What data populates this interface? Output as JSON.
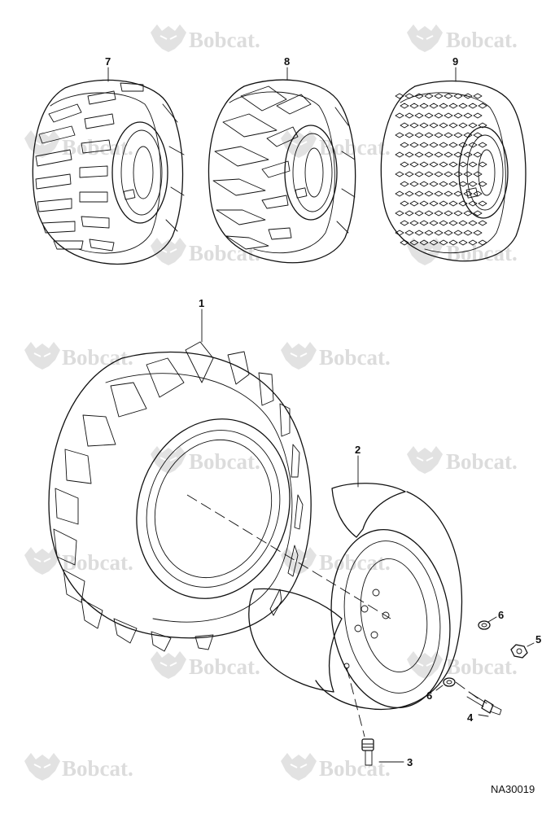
{
  "watermark": {
    "text": "Bobcat.",
    "logo_icon": "bobcat-logo-icon"
  },
  "callouts": {
    "tire_assembly": "1",
    "wheel_rim": "2",
    "valve_stem": "3",
    "bolt": "4",
    "nut": "5",
    "washer_upper": "6",
    "washer_lower": "6",
    "tire_construction": "7",
    "tire_agricultural": "8",
    "tire_turf": "9"
  },
  "drawing_code": "NA30019",
  "colors": {
    "line": "#111111",
    "watermark": "#dcdcdc"
  }
}
